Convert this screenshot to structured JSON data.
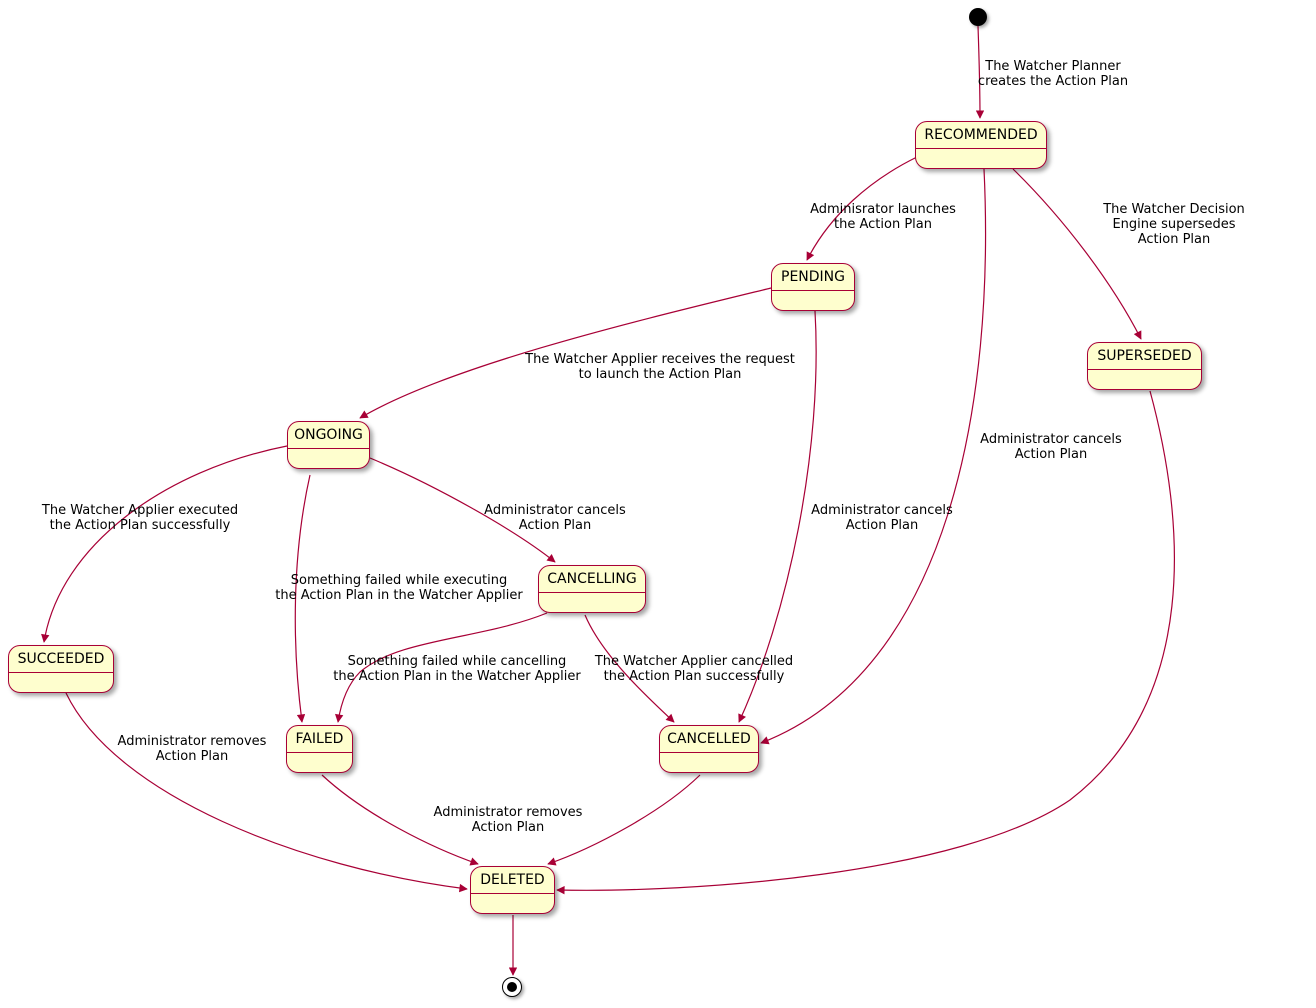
{
  "diagram": {
    "type": "state-machine",
    "colors": {
      "state_fill": "#FEFECE",
      "state_border": "#A80036",
      "arrow": "#A80036",
      "label_text": "#000000",
      "background": "#FFFFFF"
    },
    "states": {
      "recommended": "RECOMMENDED",
      "pending": "PENDING",
      "superseded": "SUPERSEDED",
      "ongoing": "ONGOING",
      "cancelling": "CANCELLING",
      "succeeded": "SUCCEEDED",
      "failed": "FAILED",
      "cancelled": "CANCELLED",
      "deleted": "DELETED"
    },
    "transitions": [
      {
        "from": "initial",
        "to": "RECOMMENDED",
        "label": "The Watcher Planner\ncreates the Action Plan"
      },
      {
        "from": "RECOMMENDED",
        "to": "PENDING",
        "label": "Adminisrator launches\nthe Action Plan"
      },
      {
        "from": "RECOMMENDED",
        "to": "SUPERSEDED",
        "label": "The Watcher Decision Engine supersedes\nAction Plan"
      },
      {
        "from": "PENDING",
        "to": "ONGOING",
        "label": "The Watcher Applier receives the request\nto launch the Action Plan"
      },
      {
        "from": "ONGOING",
        "to": "SUCCEEDED",
        "label": "The Watcher Applier executed\nthe Action Plan successfully"
      },
      {
        "from": "ONGOING",
        "to": "CANCELLING",
        "label": "Administrator cancels\nAction Plan"
      },
      {
        "from": "ONGOING",
        "to": "FAILED",
        "label": "Something failed while executing\nthe Action Plan in the Watcher Applier"
      },
      {
        "from": "CANCELLING",
        "to": "FAILED",
        "label": "Something failed while cancelling\nthe Action Plan in the Watcher Applier"
      },
      {
        "from": "CANCELLING",
        "to": "CANCELLED",
        "label": "The Watcher Applier cancelled\nthe Action Plan successfully"
      },
      {
        "from": "PENDING",
        "to": "CANCELLED",
        "label": "Administrator cancels\nAction Plan"
      },
      {
        "from": "RECOMMENDED",
        "to": "CANCELLED",
        "label": "Administrator cancels\nAction Plan"
      },
      {
        "from": "SUCCEEDED",
        "to": "DELETED",
        "label": "Administrator removes\nAction Plan"
      },
      {
        "from": "FAILED",
        "to": "DELETED",
        "label": "Administrator removes\nAction Plan"
      },
      {
        "from": "CANCELLED",
        "to": "DELETED",
        "label": ""
      },
      {
        "from": "SUPERSEDED",
        "to": "DELETED",
        "label": ""
      },
      {
        "from": "DELETED",
        "to": "final",
        "label": ""
      }
    ]
  }
}
